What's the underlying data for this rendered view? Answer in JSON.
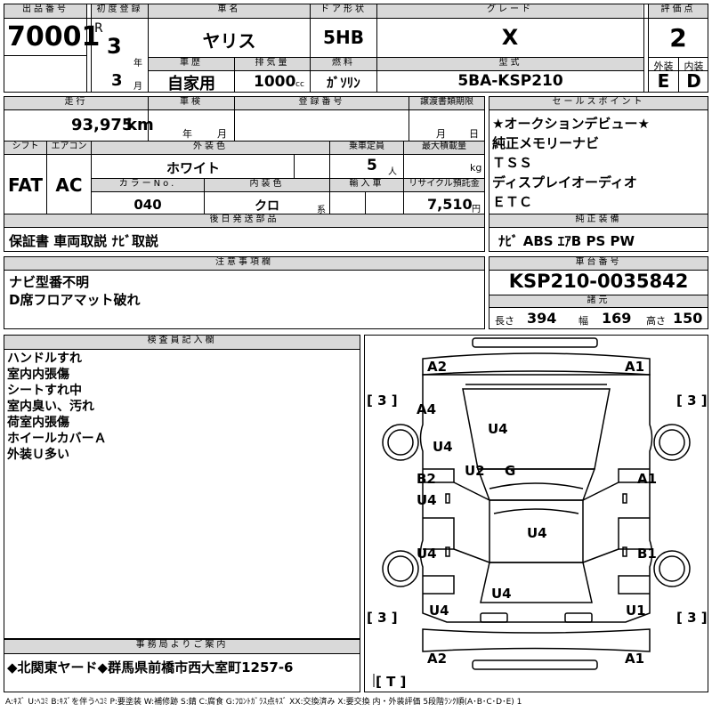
{
  "header": {
    "lot_label": "出品番号",
    "lot_number": "70001",
    "first_reg_label": "初度登録",
    "era": "R",
    "reg_year": "3",
    "year_unit": "年",
    "reg_month": "3",
    "month_unit": "月",
    "car_name_label": "車名",
    "car_name": "ヤリス",
    "door_label": "ドア形状",
    "door": "5HB",
    "grade_label": "グレード",
    "grade": "X",
    "score_label": "評価点",
    "score": "2",
    "history_label": "車歴",
    "history": "自家用",
    "displacement_label": "排気量",
    "displacement": "1000",
    "displacement_unit": "cc",
    "fuel_label": "燃料",
    "fuel": "ｶﾞｿﾘﾝ",
    "model_label": "型式",
    "model": "5BA-KSP210",
    "exterior_label": "外装",
    "interior_label": "内装",
    "exterior_grade": "E",
    "interior_grade": "D"
  },
  "details": {
    "mileage_label": "走行",
    "mileage": "93,975",
    "mileage_unit": "km",
    "inspection_label": "車検",
    "insp_year_unit": "年",
    "insp_month_unit": "月",
    "reg_no_label": "登録番号",
    "transfer_label": "譲渡書類期限",
    "transfer_month_unit": "月",
    "transfer_day_unit": "日",
    "shift_label": "シフト",
    "shift": "FAT",
    "ac_label": "エアコン",
    "ac": "AC",
    "exterior_color_label": "外装色",
    "exterior_color": "ホワイト",
    "capacity_label": "乗車定員",
    "capacity": "5",
    "capacity_unit": "人",
    "max_load_label": "最大積載量",
    "max_load_unit": "kg",
    "color_no_label": "カラーNo.",
    "color_no": "040",
    "interior_color_label": "内装色",
    "interior_color": "クロ",
    "interior_color_unit": "系",
    "import_label": "輸入車",
    "recycle_label": "リサイクル預託金",
    "recycle": "7,510",
    "recycle_unit": "円",
    "items_label": "後日発送部品",
    "items": "保証書 車両取説 ﾅﾋﾞ取説"
  },
  "sales": {
    "label": "セールスポイント",
    "points": [
      "★オークションデビュー★",
      "純正メモリーナビ",
      "ＴＳＳ",
      "ディスプレイオーディオ",
      "ＥＴＣ"
    ],
    "equip_label": "純正装備",
    "equip": "ﾅﾋﾞ ABS ｴｱB PS PW"
  },
  "notes": {
    "label": "注意事項欄",
    "lines": [
      "ナビ型番不明",
      "D席フロアマット破れ"
    ]
  },
  "chassis": {
    "label": "車台番号",
    "number": "KSP210-0035842",
    "dims_label": "諸元",
    "length_label": "長さ",
    "length": "394",
    "width_label": "幅",
    "width": "169",
    "height_label": "高さ",
    "height": "150"
  },
  "inspector": {
    "label": "検査員記入欄",
    "lines": [
      "ハンドルすれ",
      "室内内張傷",
      "シートすれ中",
      "室内臭い、汚れ",
      "荷室内張傷",
      "ホイールカバーＡ",
      "外装Ｕ多い"
    ]
  },
  "diagram": {
    "marks": [
      {
        "id": "front-left-bumper",
        "text": "A2"
      },
      {
        "id": "front-right-bumper",
        "text": "A1"
      },
      {
        "id": "left-front-tire",
        "text": "[ 3 ]"
      },
      {
        "id": "right-front-tire",
        "text": "[ 3 ]"
      },
      {
        "id": "left-front-fender",
        "text": "A4"
      },
      {
        "id": "hood",
        "text": "U4"
      },
      {
        "id": "left-front-door-upper",
        "text": "U4"
      },
      {
        "id": "left-pillar",
        "text": "U2"
      },
      {
        "id": "windshield",
        "text": "G"
      },
      {
        "id": "left-front-door",
        "text": "B2"
      },
      {
        "id": "left-front-door-lower",
        "text": "U4"
      },
      {
        "id": "right-front-door",
        "text": "A1"
      },
      {
        "id": "roof",
        "text": "U4"
      },
      {
        "id": "left-rear-door",
        "text": "U4"
      },
      {
        "id": "right-rear-door",
        "text": "B1"
      },
      {
        "id": "trunk",
        "text": "U4"
      },
      {
        "id": "left-rear-tire",
        "text": "[ 3 ]"
      },
      {
        "id": "left-rear-fender",
        "text": "U4"
      },
      {
        "id": "right-rear-fender",
        "text": "U1"
      },
      {
        "id": "right-rear-tire",
        "text": "[ 3 ]"
      },
      {
        "id": "rear-left-bumper",
        "text": "A2"
      },
      {
        "id": "rear-right-bumper",
        "text": "A1"
      },
      {
        "id": "spare-tire",
        "text": "[ T ]"
      }
    ]
  },
  "office": {
    "label": "事務局よりご案内",
    "text": "◆北関東ヤード◆群馬県前橋市西大室町1257-6"
  },
  "legend": "A:ｷｽﾞ U:ﾍｺﾐ B:ｷｽﾞを伴うﾍｺﾐ P:要塗装 W:補修跡 S:錆 C:腐食 G:ﾌﾛﾝﾄｶﾞﾗｽ点ｷｽﾞ XX:交換済み X:要交換 内・外装評価 5段階ﾗﾝｸ順(A･B･C･D･E) 1"
}
